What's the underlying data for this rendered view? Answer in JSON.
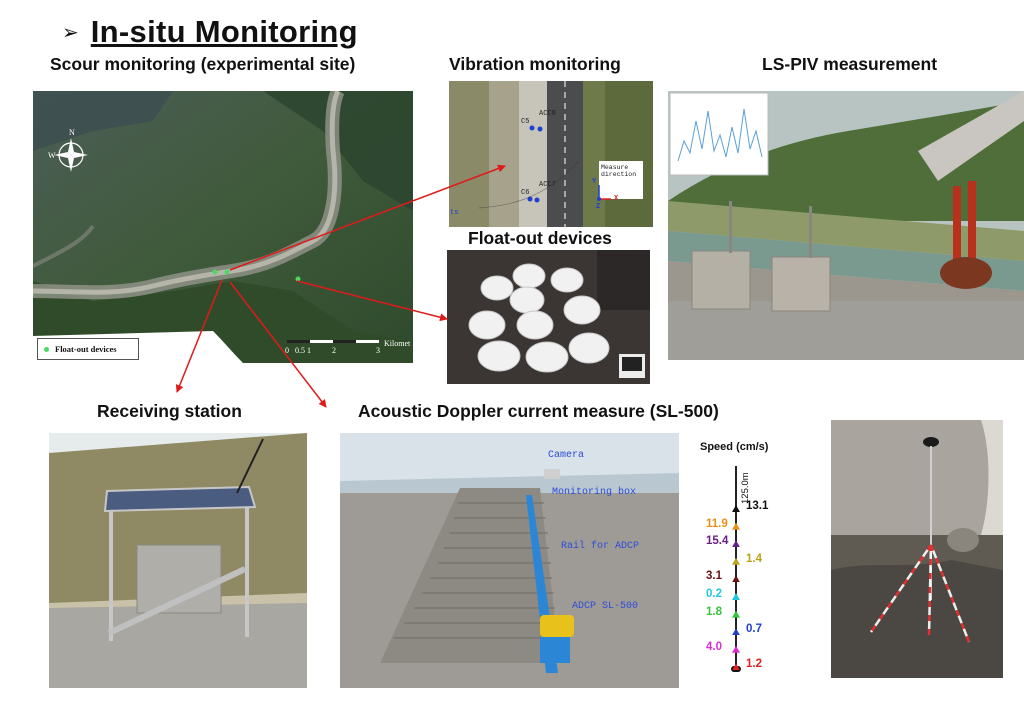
{
  "slide": {
    "bullet": "➢",
    "title": "In-situ Monitoring"
  },
  "captions": {
    "scour": "Scour monitoring (experimental site)",
    "vibration": "Vibration monitoring",
    "lspiv": "LS-PIV measurement",
    "floatout": "Float-out devices",
    "receiving": "Receiving station",
    "adcp": "Acoustic Doppler current measure (SL-500)"
  },
  "map": {
    "legend": "Float-out devices",
    "scale_ticks": [
      "0",
      "0.5",
      "1",
      "2",
      "3"
    ],
    "scale_unit": "Kilomet",
    "compass_letters": {
      "n": "N",
      "w": "W"
    }
  },
  "vibration_photo": {
    "labels": [
      "C5",
      "ACC8",
      "C6",
      "ACC7"
    ],
    "direction_label": "Measure direction",
    "axis_x": "X",
    "axis_y": "Y",
    "axis_z": "Z",
    "edge_label": "ts"
  },
  "adcp_photo": {
    "labels": {
      "camera": "Camera",
      "box": "Monitoring box",
      "rail": "Rail for ADCP",
      "adcp": "ADCP SL-500"
    }
  },
  "speed_profile": {
    "title": "Speed (cm/s)",
    "depth_label": "125.0m",
    "values": [
      {
        "value": "13.1",
        "side": "right",
        "color": "#111111"
      },
      {
        "value": "11.9",
        "side": "left",
        "color": "#e8901a"
      },
      {
        "value": "15.4",
        "side": "left",
        "color": "#6a1e8a"
      },
      {
        "value": "1.4",
        "side": "right",
        "color": "#b9a41c"
      },
      {
        "value": "3.1",
        "side": "left",
        "color": "#6b0f0f"
      },
      {
        "value": "0.2",
        "side": "left",
        "color": "#22c6e0"
      },
      {
        "value": "1.8",
        "side": "left",
        "color": "#35c43a"
      },
      {
        "value": "0.7",
        "side": "right",
        "color": "#1f3fcf"
      },
      {
        "value": "4.0",
        "side": "left",
        "color": "#d62ed6"
      },
      {
        "value": "1.2",
        "side": "right",
        "color": "#e02020"
      }
    ]
  },
  "colors": {
    "arrow": "#e01a1a",
    "float_dot": "#4cd964"
  }
}
